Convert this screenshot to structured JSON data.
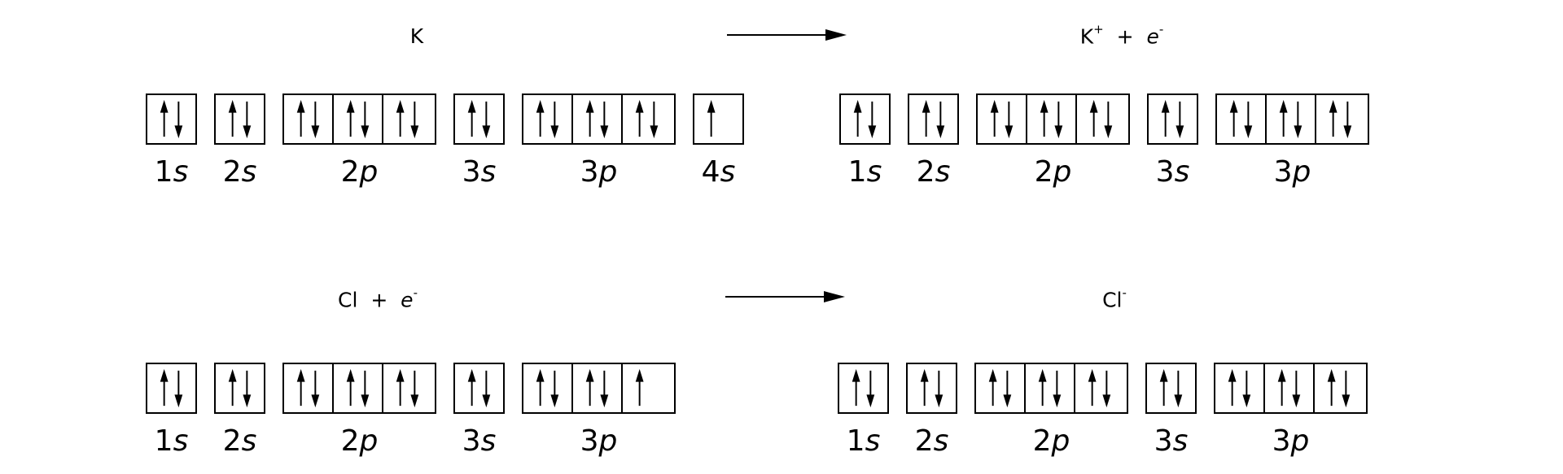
{
  "reactions": [
    {
      "reactant": {
        "symbol": "K",
        "charge": "",
        "electron": ""
      },
      "product": {
        "symbol": "K",
        "charge": "+",
        "electron": "e"
      },
      "product_plus": "+",
      "left": [
        {
          "n": "1",
          "l": "s",
          "boxes": [
            2
          ]
        },
        {
          "n": "2",
          "l": "s",
          "boxes": [
            2
          ]
        },
        {
          "n": "2",
          "l": "p",
          "boxes": [
            2,
            2,
            2
          ]
        },
        {
          "n": "3",
          "l": "s",
          "boxes": [
            2
          ]
        },
        {
          "n": "3",
          "l": "p",
          "boxes": [
            2,
            2,
            2
          ]
        },
        {
          "n": "4",
          "l": "s",
          "boxes": [
            1
          ]
        }
      ],
      "right": [
        {
          "n": "1",
          "l": "s",
          "boxes": [
            2
          ]
        },
        {
          "n": "2",
          "l": "s",
          "boxes": [
            2
          ]
        },
        {
          "n": "2",
          "l": "p",
          "boxes": [
            2,
            2,
            2
          ]
        },
        {
          "n": "3",
          "l": "s",
          "boxes": [
            2
          ]
        },
        {
          "n": "3",
          "l": "p",
          "boxes": [
            2,
            2,
            2
          ]
        }
      ]
    },
    {
      "reactant": {
        "symbol": "Cl",
        "plus": "+",
        "electron": "e",
        "electron_charge": "-"
      },
      "product": {
        "symbol": "Cl",
        "charge": "-"
      },
      "left": [
        {
          "n": "1",
          "l": "s",
          "boxes": [
            2
          ]
        },
        {
          "n": "2",
          "l": "s",
          "boxes": [
            2
          ]
        },
        {
          "n": "2",
          "l": "p",
          "boxes": [
            2,
            2,
            2
          ]
        },
        {
          "n": "3",
          "l": "s",
          "boxes": [
            2
          ]
        },
        {
          "n": "3",
          "l": "p",
          "boxes": [
            2,
            2,
            1
          ]
        }
      ],
      "right": [
        {
          "n": "1",
          "l": "s",
          "boxes": [
            2
          ]
        },
        {
          "n": "2",
          "l": "s",
          "boxes": [
            2
          ]
        },
        {
          "n": "2",
          "l": "p",
          "boxes": [
            2,
            2,
            2
          ]
        },
        {
          "n": "3",
          "l": "s",
          "boxes": [
            2
          ]
        },
        {
          "n": "3",
          "l": "p",
          "boxes": [
            2,
            2,
            2
          ]
        }
      ]
    }
  ],
  "electron_charge": "-"
}
